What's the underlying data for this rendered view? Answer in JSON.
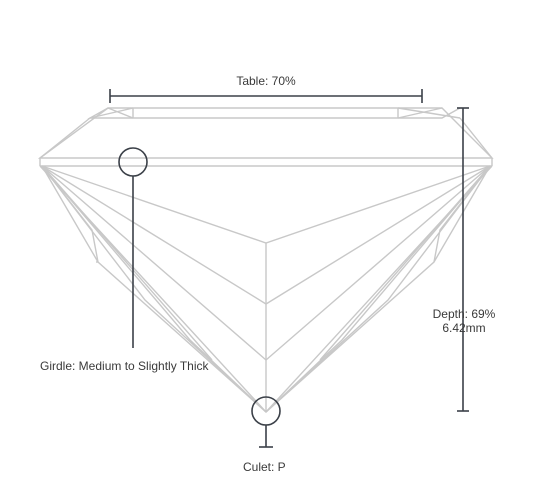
{
  "measurements": {
    "table": "Table: 70%",
    "depth_percent": "Depth: 69%",
    "depth_mm": "6.42mm",
    "girdle": "Girdle: Medium to Slightly Thick",
    "culet": "Culet: P"
  },
  "colors": {
    "facet_lines": "#c8c8c8",
    "measure_lines": "#3b4048",
    "text": "#3a3a3a",
    "background": "#ffffff"
  }
}
